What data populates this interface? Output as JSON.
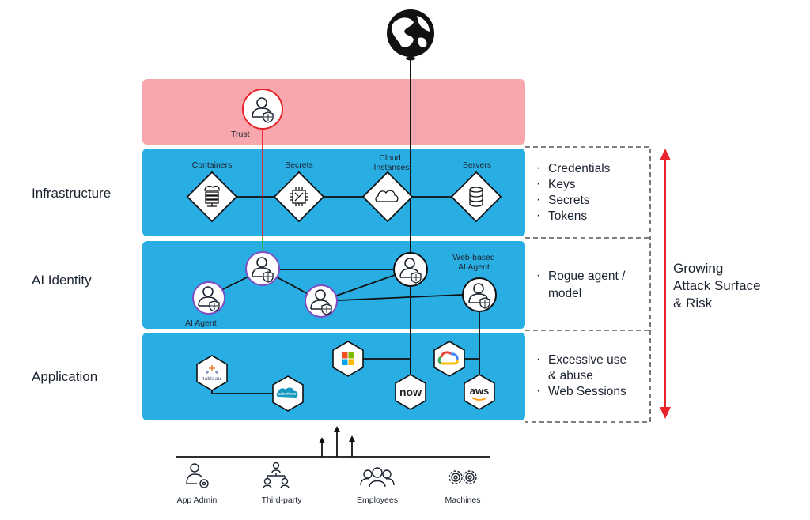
{
  "colors": {
    "trust_band": "#f9a7ae",
    "blue_band": "#29aee4",
    "red_arrow": "#e8232a",
    "trust_line": "#e8232a",
    "green_line": "#3cb34a",
    "agent_ring": "#7e4bc4"
  },
  "globe": {
    "icon": "globe-icon"
  },
  "trust": {
    "label": "Trust"
  },
  "rows": [
    {
      "label": "Infrastructure"
    },
    {
      "label": "AI Identity"
    },
    {
      "label": "Application"
    }
  ],
  "infrastructure": {
    "nodes": [
      {
        "label": "Containers",
        "icon": "container-icon"
      },
      {
        "label": "Secrets",
        "icon": "chip-icon"
      },
      {
        "label_lines": [
          "Cloud",
          "Instances"
        ],
        "icon": "cloud-icon"
      },
      {
        "label": "Servers",
        "icon": "database-icon"
      }
    ],
    "bullets": [
      "Credentials",
      "Keys",
      "Secrets",
      "Tokens"
    ]
  },
  "ai_identity": {
    "ai_agent_label": "AI Agent",
    "web_agent_label_lines": [
      "Web-based",
      "AI Agent"
    ],
    "bullets": [
      "Rogue agent /",
      "model"
    ]
  },
  "application": {
    "apps": [
      {
        "name": "tableau",
        "icon": "tableau-icon"
      },
      {
        "name": "salesforce",
        "icon": "salesforce-icon"
      },
      {
        "name": "microsoft",
        "icon": "microsoft-icon"
      },
      {
        "name": "now",
        "icon": "servicenow-icon"
      },
      {
        "name": "google-cloud",
        "icon": "google-cloud-icon"
      },
      {
        "name": "aws",
        "icon": "aws-icon"
      }
    ],
    "bullets": [
      "Excessive use",
      "& abuse",
      "Web Sessions"
    ]
  },
  "side_label_lines": [
    "Growing",
    "Attack Surface",
    "& Risk"
  ],
  "personas": [
    {
      "label": "App Admin",
      "icon": "admin-gear-icon"
    },
    {
      "label": "Third-party",
      "icon": "org-chart-icon"
    },
    {
      "label": "Employees",
      "icon": "group-icon"
    },
    {
      "label": "Machines",
      "icon": "gears-icon"
    }
  ]
}
